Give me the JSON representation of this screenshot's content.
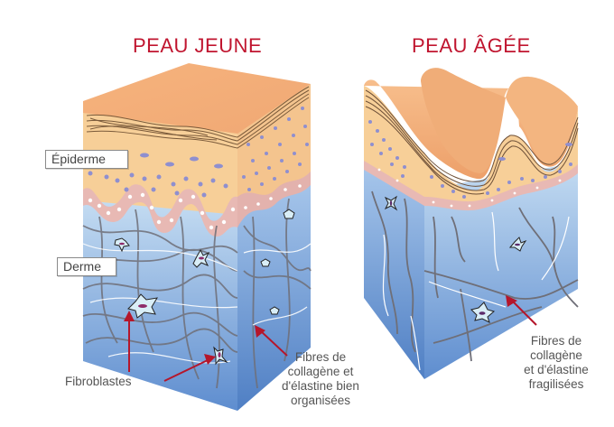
{
  "titles": {
    "young": "PEAU JEUNE",
    "old": "PEAU ÂGÉE"
  },
  "layer_labels": {
    "epidermis": "Épiderme",
    "dermis": "Derme"
  },
  "annotations": {
    "fibroblasts": "Fibroblastes",
    "young_fibres": [
      "Fibres de",
      "collagène et",
      "d'élastine bien",
      "organisées"
    ],
    "old_fibres": [
      "Fibres de",
      "collagène",
      "et d'élastine",
      "fragilisées"
    ]
  },
  "colors": {
    "title_red": "#c0152f",
    "arrow_red": "#b5162b",
    "skin_top": "#f2b27e",
    "epidermis": "#f7cf98",
    "basal_pink": "#e8b9b4",
    "dermis_light": "#b9d3ee",
    "dermis_dark": "#5f8fd0",
    "cell_dots": "#8f8fcf",
    "collagen": "#6f6f78"
  }
}
